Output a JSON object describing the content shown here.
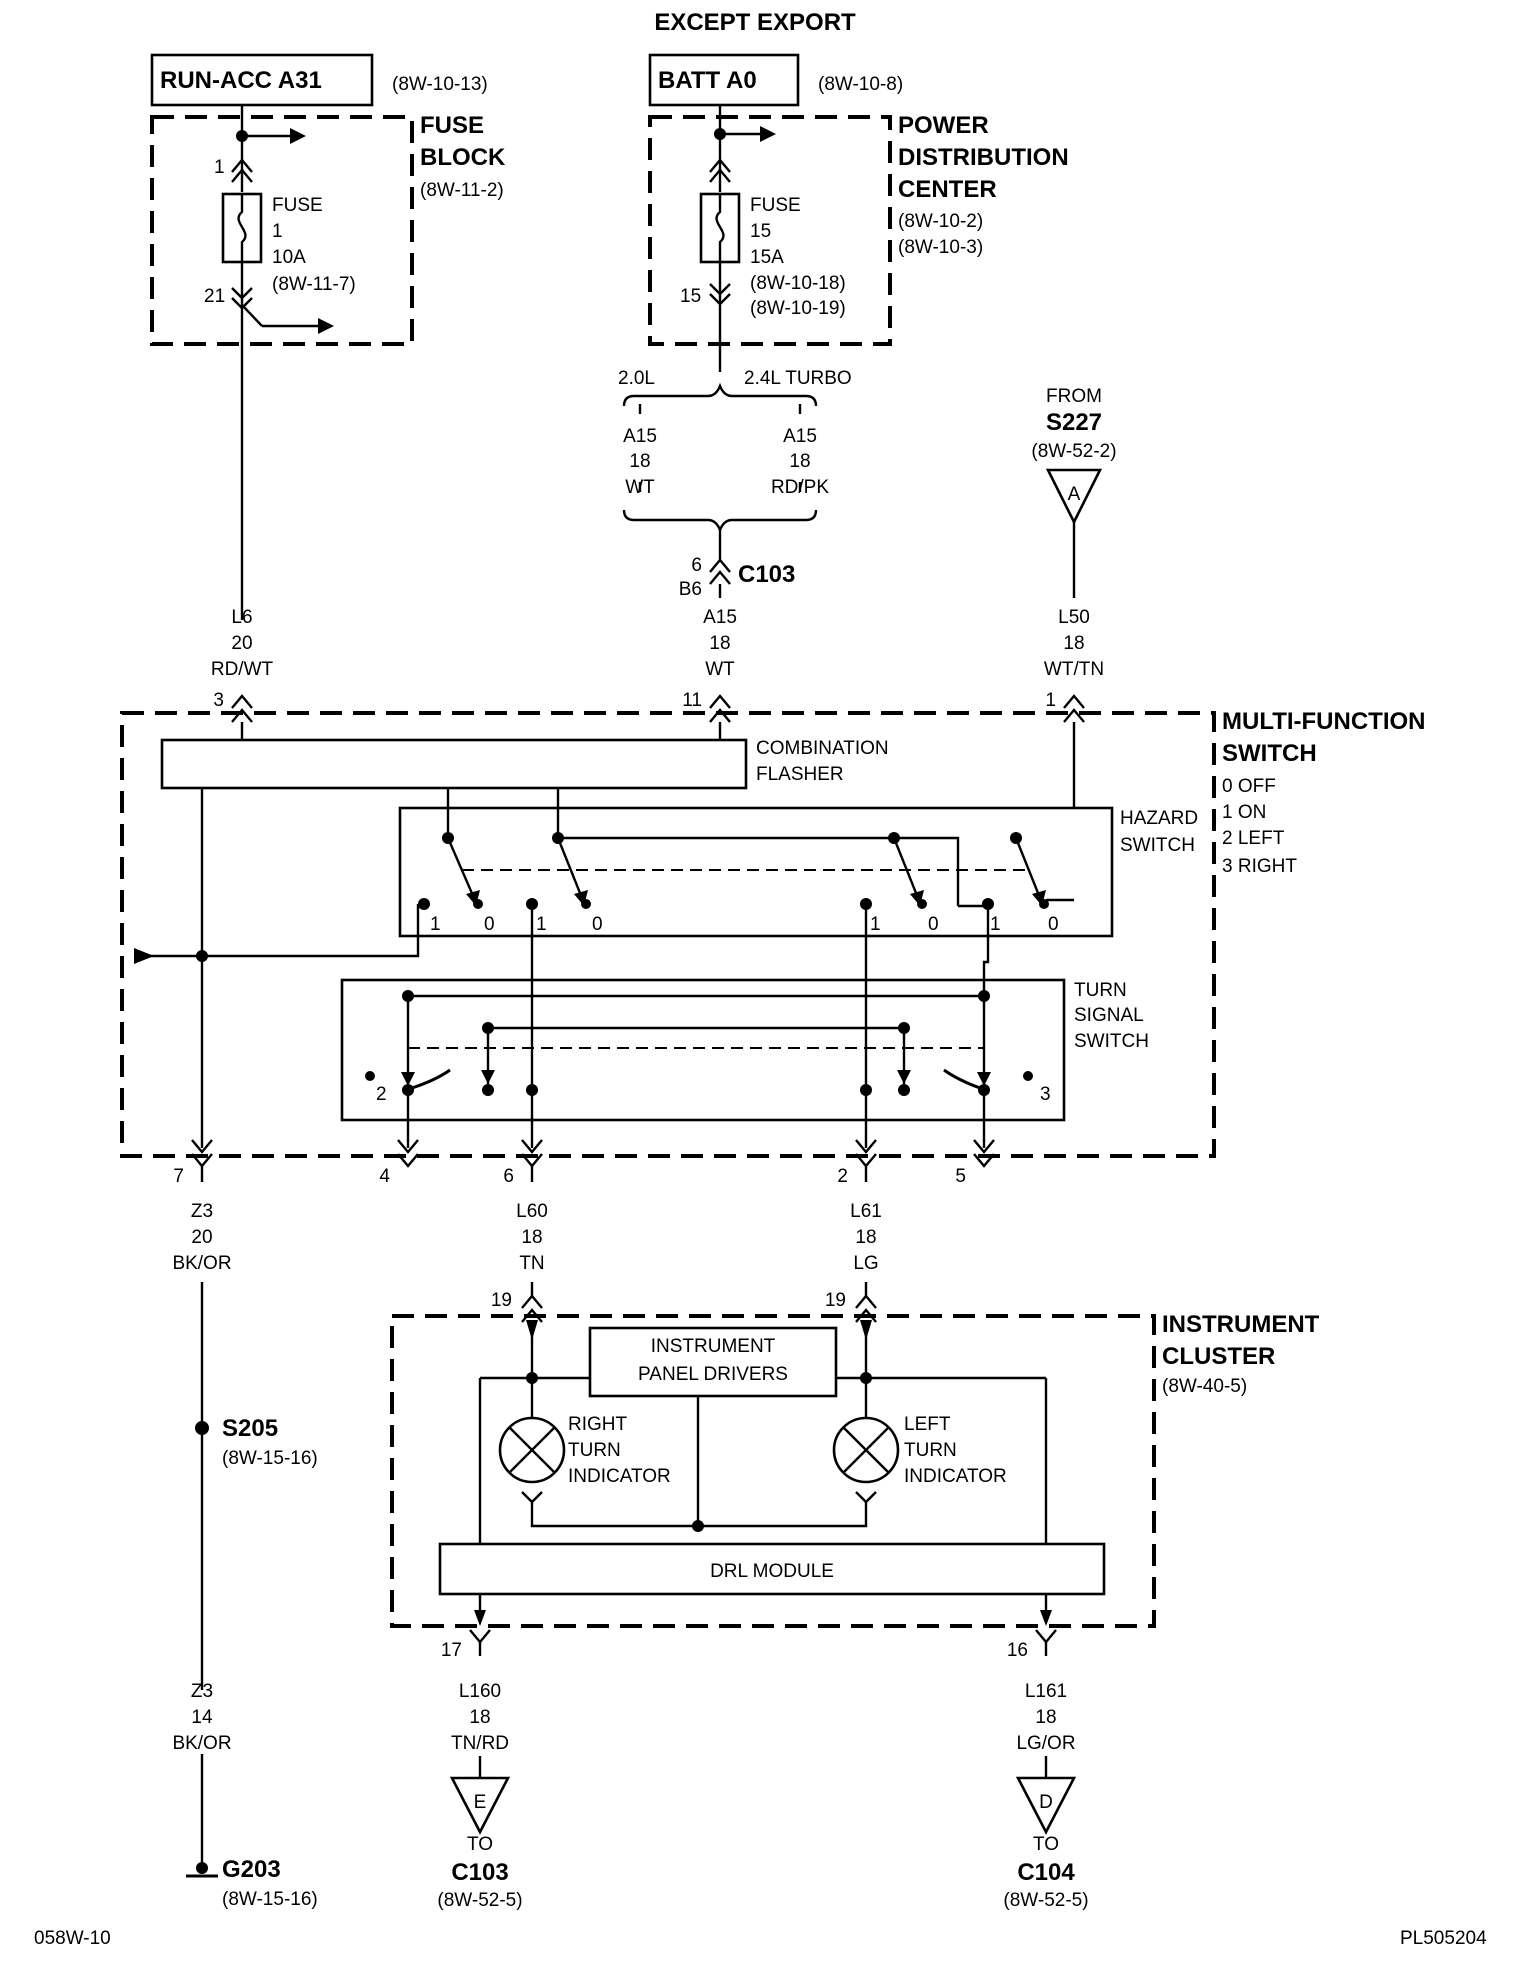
{
  "title": "EXCEPT EXPORT",
  "sources": {
    "run_acc": {
      "label": "RUN-ACC A31",
      "ref": "(8W-10-13)"
    },
    "batt": {
      "label": "BATT A0",
      "ref": "(8W-10-8)"
    }
  },
  "fuse_block": {
    "name_line1": "FUSE",
    "name_line2": "BLOCK",
    "ref": "(8W-11-2)",
    "pin_top": "1",
    "pin_bottom": "21",
    "fuse_lines": [
      "FUSE",
      "1",
      "10A",
      "(8W-11-7)"
    ]
  },
  "pdc": {
    "name_lines": [
      "POWER",
      "DISTRIBUTION",
      "CENTER"
    ],
    "refs": [
      "(8W-10-2)",
      "(8W-10-3)"
    ],
    "pin_bottom": "15",
    "fuse_lines": [
      "FUSE",
      "15",
      "15A",
      "(8W-10-18)",
      "(8W-10-19)"
    ]
  },
  "engine_options": {
    "left": {
      "label": "2.0L",
      "circuit": "A15",
      "gauge": "18",
      "color": "WT"
    },
    "right": {
      "label": "2.4L TURBO",
      "circuit": "A15",
      "gauge": "18",
      "color": "RD/PK"
    }
  },
  "c103_connector": {
    "pin_top": "6",
    "pin_bottom": "B6",
    "label": "C103"
  },
  "from_s227": {
    "from": "FROM",
    "splice": "S227",
    "ref": "(8W-52-2)",
    "letter": "A"
  },
  "input_wires": [
    {
      "circuit": "L6",
      "gauge": "20",
      "color": "RD/WT",
      "pin": "3"
    },
    {
      "circuit": "A15",
      "gauge": "18",
      "color": "WT",
      "pin": "11"
    },
    {
      "circuit": "L50",
      "gauge": "18",
      "color": "WT/TN",
      "pin": "1"
    }
  ],
  "multi_function_switch": {
    "name_line1": "MULTI-FUNCTION",
    "name_line2": "SWITCH",
    "positions": [
      "0 OFF",
      "1 ON",
      "2 LEFT",
      "3 RIGHT"
    ],
    "flasher_lines": [
      "COMBINATION",
      "FLASHER"
    ],
    "hazard_lines": [
      "HAZARD",
      "SWITCH"
    ],
    "turn_lines": [
      "TURN",
      "SIGNAL",
      "SWITCH"
    ],
    "hazard_contacts": [
      "1",
      "0",
      "1",
      "0",
      "1",
      "0",
      "1",
      "0"
    ],
    "turn_contacts": [
      "2",
      "3"
    ]
  },
  "output_pins": [
    "7",
    "4",
    "6",
    "2",
    "5"
  ],
  "output_wires": [
    {
      "circuit": "Z3",
      "gauge": "20",
      "color": "BK/OR"
    },
    {
      "circuit": "L60",
      "gauge": "18",
      "color": "TN"
    },
    {
      "circuit": "L61",
      "gauge": "18",
      "color": "LG"
    }
  ],
  "splice_s205": {
    "label": "S205",
    "ref": "(8W-15-16)"
  },
  "ground_wire": {
    "circuit": "Z3",
    "gauge": "14",
    "color": "BK/OR"
  },
  "ground_g203": {
    "label": "G203",
    "ref": "(8W-15-16)"
  },
  "instrument_cluster": {
    "name_line1": "INSTRUMENT",
    "name_line2": "CLUSTER",
    "ref": "(8W-40-5)",
    "pin_left": "19",
    "pin_right": "19",
    "drivers_lines": [
      "INSTRUMENT",
      "PANEL DRIVERS"
    ],
    "right_indicator": [
      "RIGHT",
      "TURN",
      "INDICATOR"
    ],
    "left_indicator": [
      "LEFT",
      "TURN",
      "INDICATOR"
    ],
    "drl_module": "DRL MODULE",
    "pin_out_left": "17",
    "pin_out_right": "16"
  },
  "bottom_wires": [
    {
      "circuit": "L160",
      "gauge": "18",
      "color": "TN/RD",
      "letter": "E",
      "to": "TO",
      "connector": "C103",
      "ref": "(8W-52-5)"
    },
    {
      "circuit": "L161",
      "gauge": "18",
      "color": "LG/OR",
      "letter": "D",
      "to": "TO",
      "connector": "C104",
      "ref": "(8W-52-5)"
    }
  ],
  "footer": {
    "left": "058W-10",
    "right": "PL505204"
  }
}
